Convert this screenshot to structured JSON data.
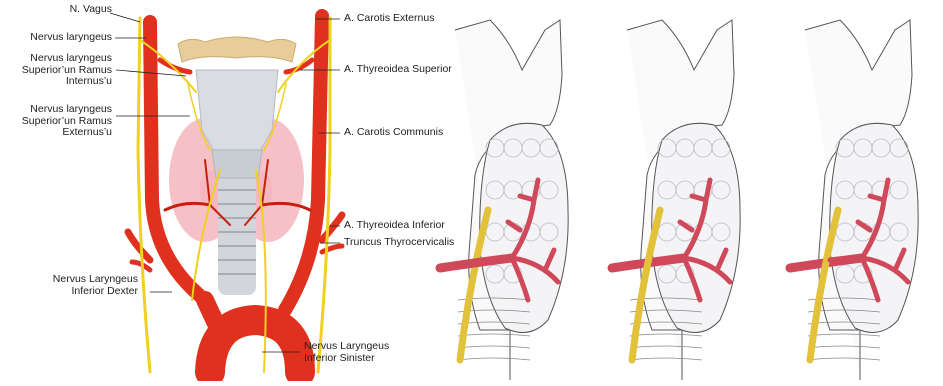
{
  "anatomy_labels": {
    "n_vagus": "N. Vagus",
    "nervus_laryngeus": "Nervus laryngeus",
    "ramus_internus": "Nervus laryngeus\nSuperior’un Ramus\nInternus’u",
    "ramus_externus": "Nervus laryngeus\nSuperior’un Ramus\nExternus’u",
    "nervus_laryngeus_inferior_dexter": "Nervus Laryngeus\nInferior Dexter",
    "carotis_externus": "A. Carotis Externus",
    "thyreoidea_superior": "A. Thyreoidea Superior",
    "carotis_communis": "A. Carotis Communis",
    "thyreoidea_inferior": "A. Thyreoidea Inferior",
    "truncus_thyrocervicalis": "Truncus Thyrocervicalis",
    "nervus_laryngeus_inferior_sinister": "Nervus Laryngeus\nInferior Sinister"
  },
  "colors": {
    "artery": "#e0301e",
    "artery_dark": "#c4200f",
    "nerve": "#f0d020",
    "thyroid": "#f4b5bd",
    "cartilage": "#d9dde2",
    "hyoid": "#e8cd9a",
    "sketch_artery": "#d0495a",
    "sketch_nerve": "#e2c23a"
  }
}
